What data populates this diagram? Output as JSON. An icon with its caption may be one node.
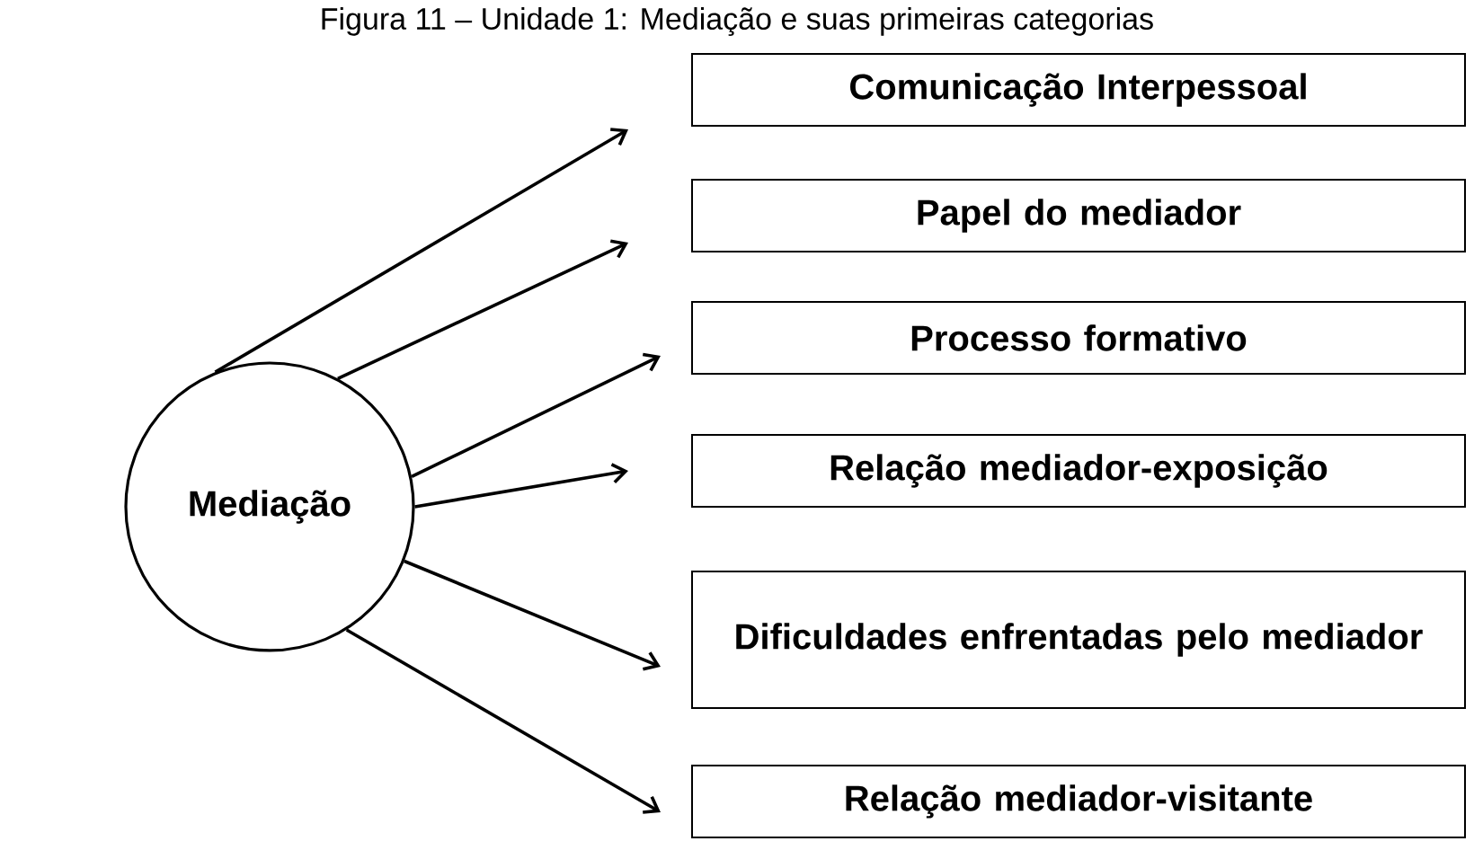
{
  "diagram": {
    "title": "Figura 11 – Unidade 1: Mediação e suas primeiras categorias",
    "nodes": [
      {
        "text": [
          "Mediação"
        ]
      },
      {
        "text": [
          "Comunicação Interpessoal"
        ]
      },
      {
        "text": [
          "Papel do mediador"
        ]
      },
      {
        "text": [
          "Processo formativo"
        ]
      },
      {
        "text": [
          "Relação mediador-exposição"
        ]
      },
      {
        "text": [
          "Dificuldades enfrentadas pelo mediador"
        ]
      },
      {
        "text": [
          "Relação mediador-visitante"
        ]
      }
    ],
    "edges": [
      {
        "from": 0,
        "to": 1,
        "arrow": "to"
      },
      {
        "from": 0,
        "to": 2,
        "arrow": "to"
      },
      {
        "from": 0,
        "to": 3,
        "arrow": "to"
      },
      {
        "from": 0,
        "to": 4,
        "arrow": "to"
      },
      {
        "from": 0,
        "to": 5,
        "arrow": "to"
      },
      {
        "from": 0,
        "to": 6,
        "arrow": "to"
      }
    ]
  }
}
